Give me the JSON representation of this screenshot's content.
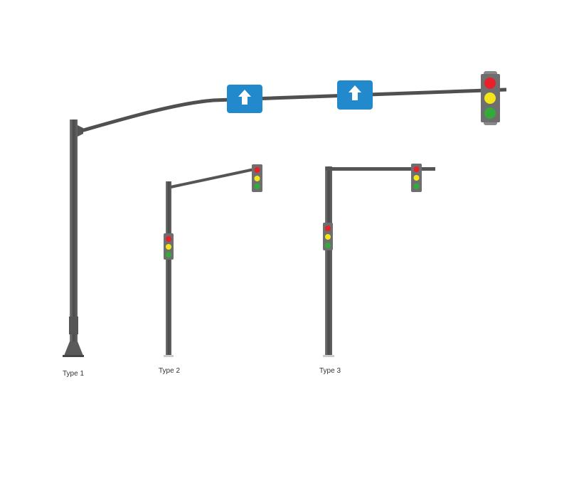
{
  "labels": {
    "type1": "Type 1",
    "type2": "Type 2",
    "type3": "Type 3"
  },
  "colors": {
    "pole": "#555555",
    "housing": "#6e6e6e",
    "red": "#e8202a",
    "yellow": "#f3e51a",
    "green": "#36a93b",
    "sign": "#2189cc"
  },
  "icons": {
    "sign": "arrow-up-icon"
  }
}
